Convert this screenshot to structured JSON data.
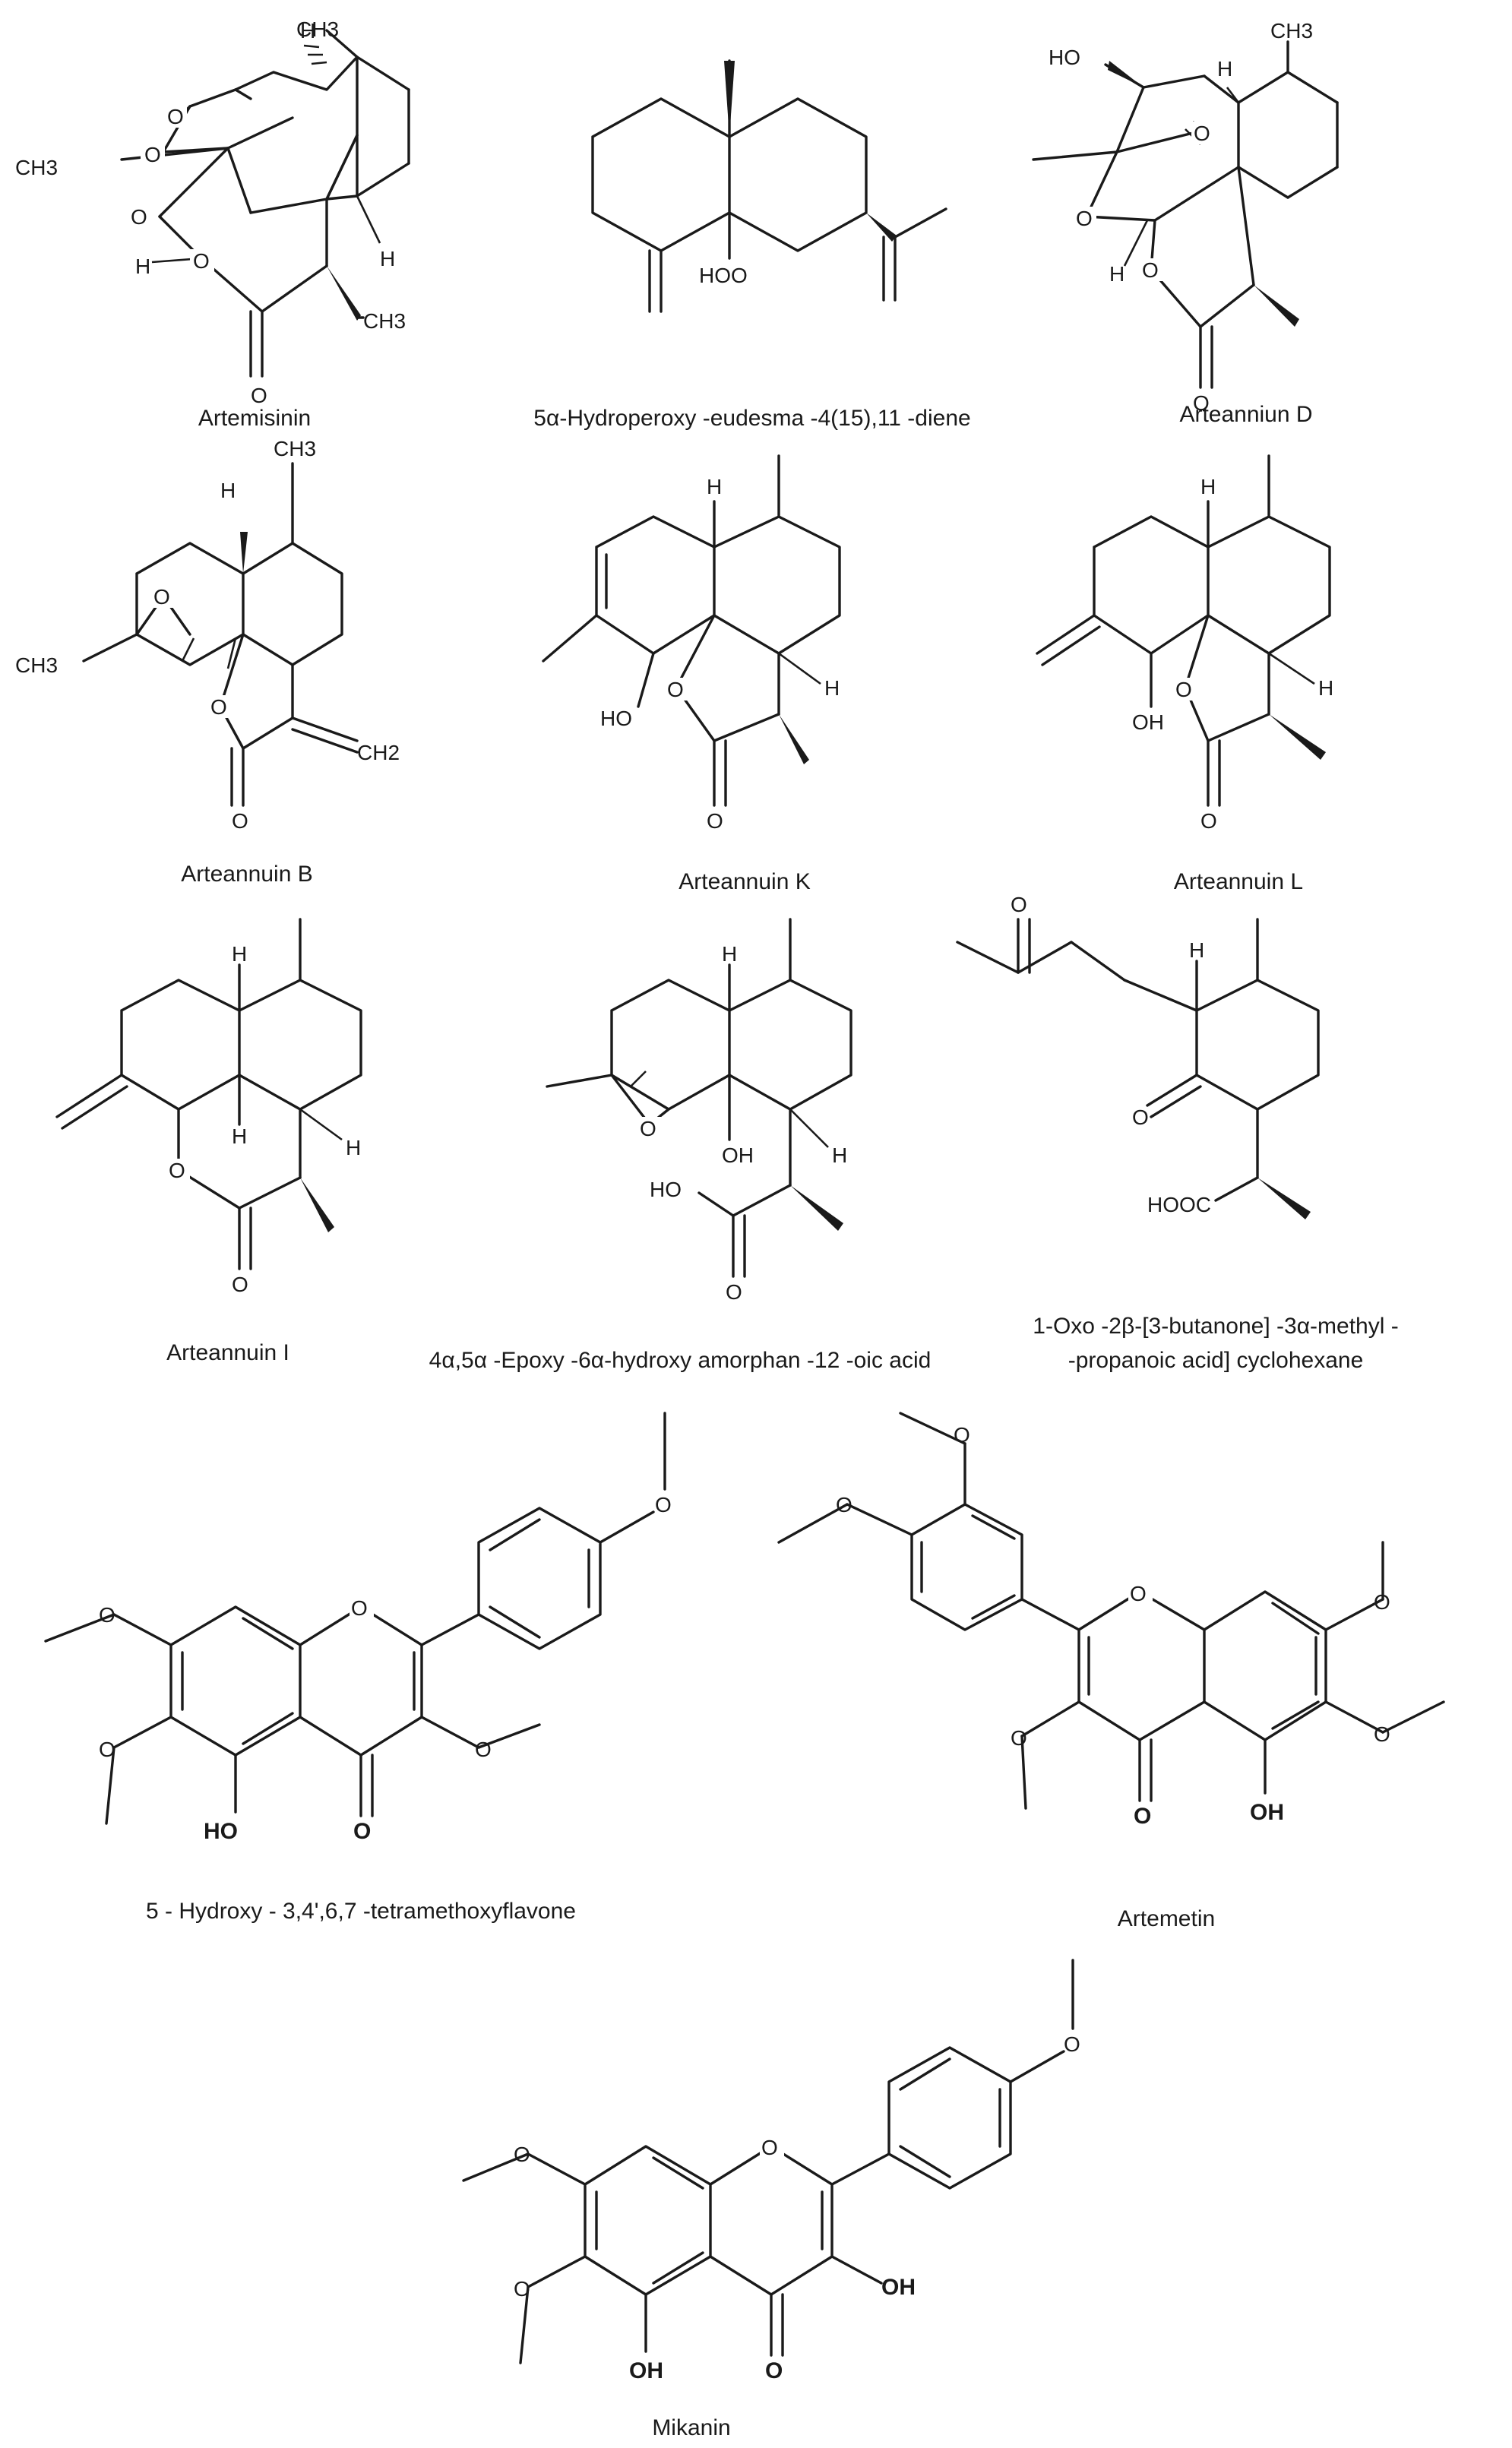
{
  "compounds": [
    {
      "name": "Artemisinin"
    },
    {
      "name": "5α-Hydroperoxy -eudesma -4(15),11 -diene"
    },
    {
      "name": "Arteanniun D"
    },
    {
      "name": "Arteannuin B"
    },
    {
      "name": "Arteannuin K"
    },
    {
      "name": "Arteannuin L"
    },
    {
      "name": "Arteannuin I"
    },
    {
      "name": "4α,5α -Epoxy -6α-hydroxy amorphan  -12 -oic acid"
    },
    {
      "name_line1": "1-Oxo -2β-[3-butanone] -3α-methyl -",
      "name_line2": "-propanoic acid] cyclohexane"
    },
    {
      "name": "5 - Hydroxy -  3,4',6,7 -tetramethoxyflavone"
    },
    {
      "name": "Artemetin"
    },
    {
      "name": "Mikanin"
    }
  ],
  "atoms": {
    "ch3": "CH3",
    "ch": "CH",
    "sub3": "3",
    "h": "H",
    "o": "O",
    "oo": "O",
    "ho": "HO",
    "hoo": "HOO",
    "oh": "OH",
    "ch2": "CH2",
    "hooc": "HOOC"
  }
}
